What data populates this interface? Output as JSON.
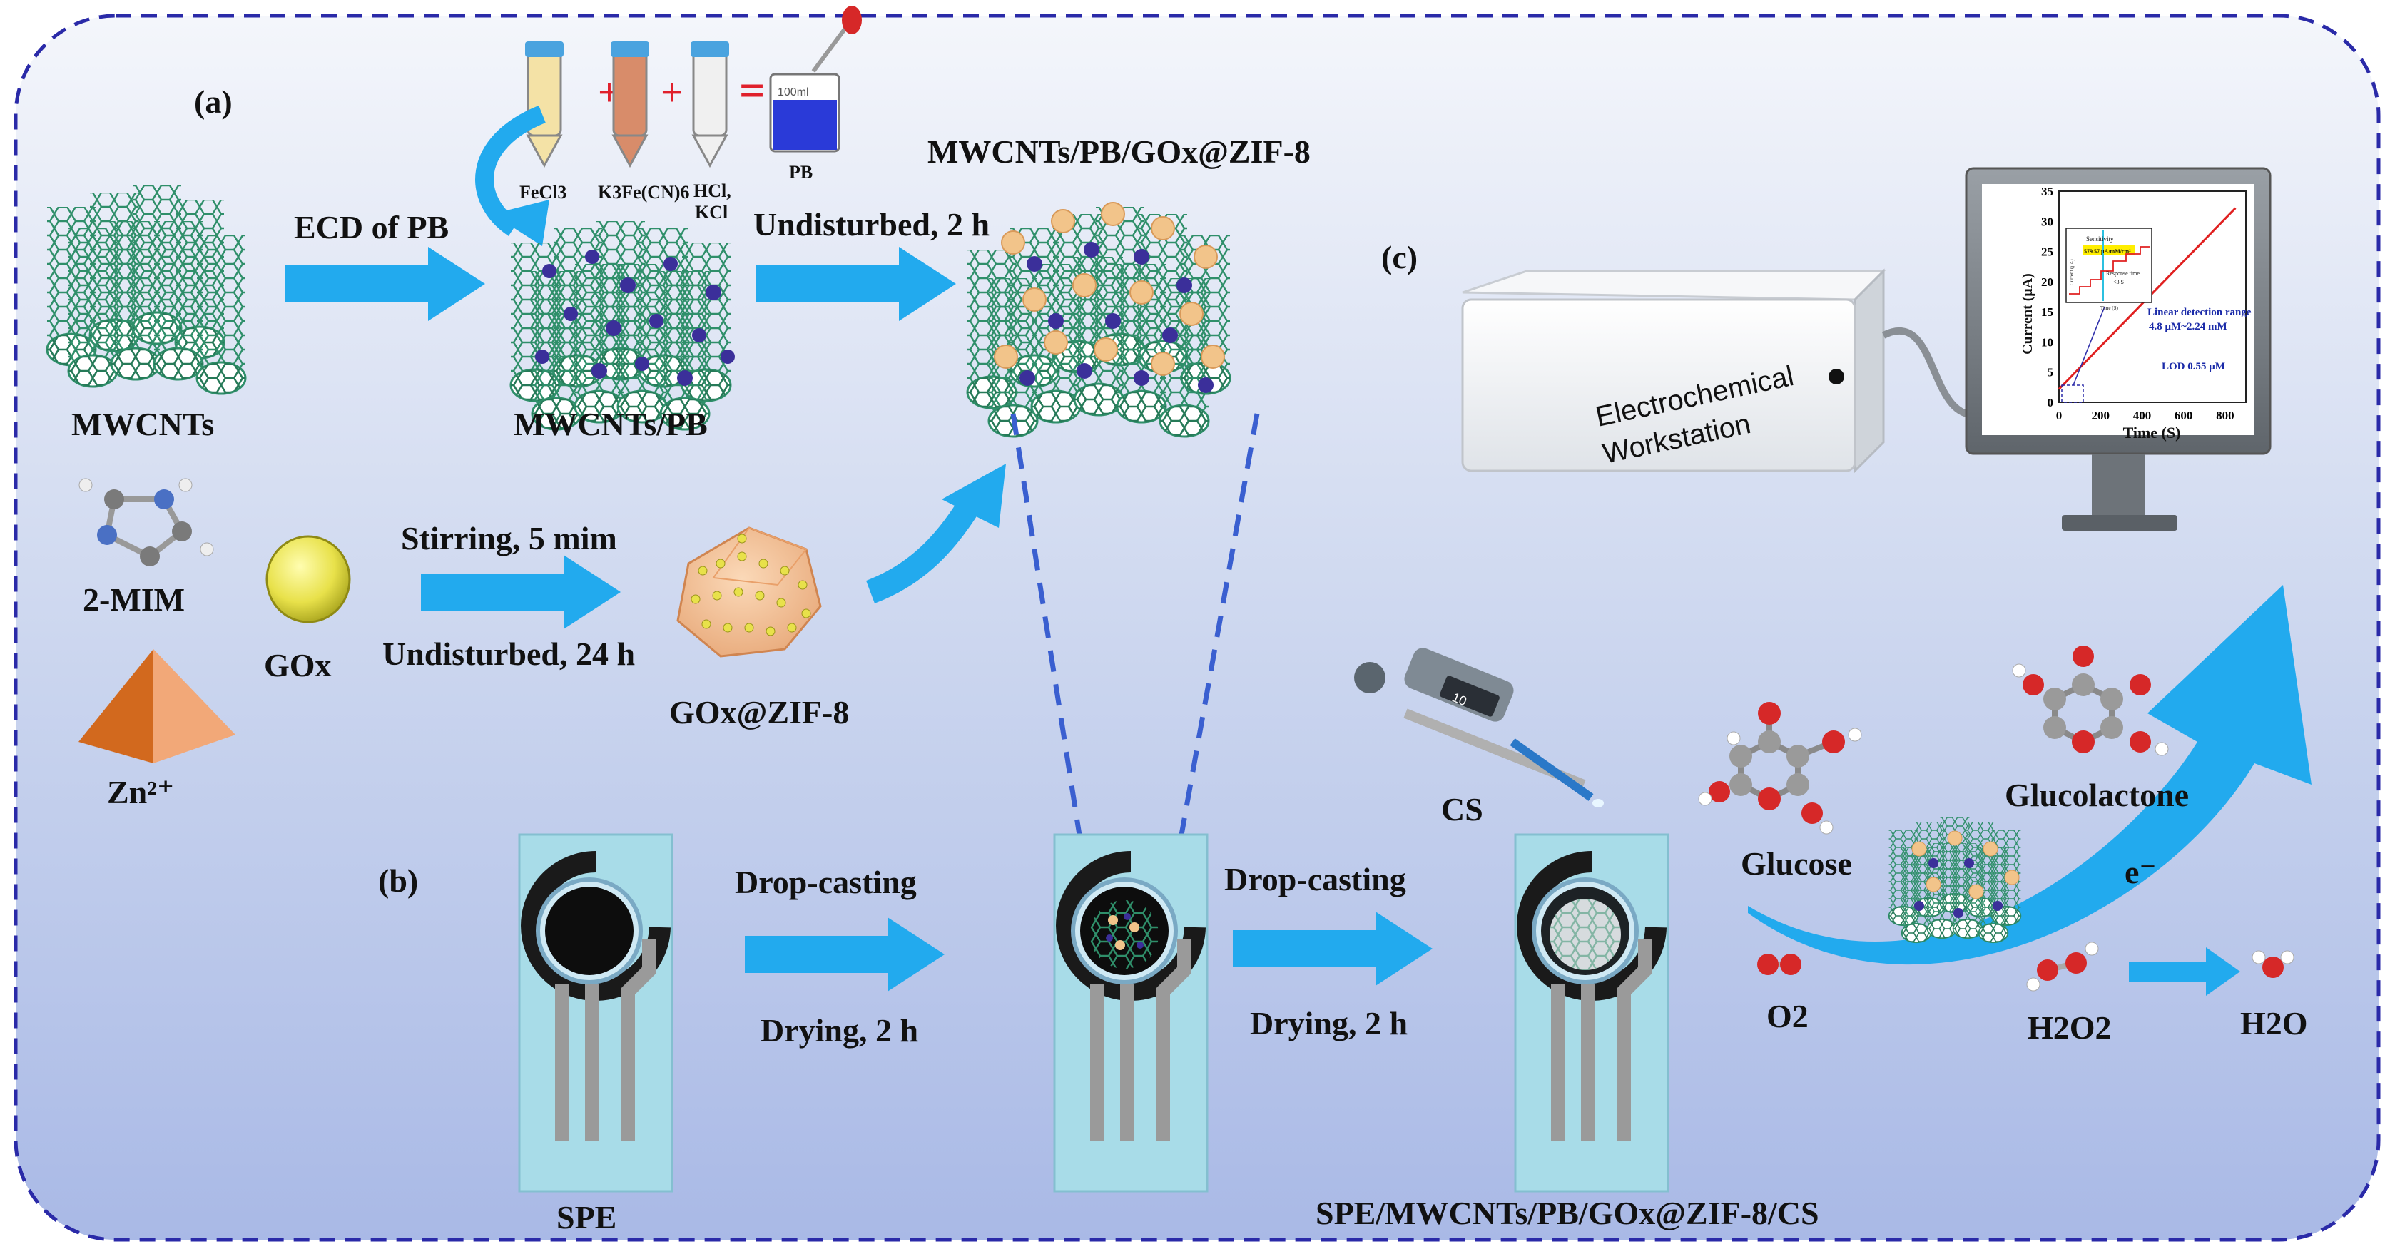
{
  "panel_labels": {
    "a": "(a)",
    "b": "(b)",
    "c": "(c)"
  },
  "reagents": {
    "fecl3": "FeCl3",
    "k3fecn6": "K3Fe(CN)6",
    "hcl": "HCl,",
    "kcl": "KCl",
    "pb": "PB",
    "beaker_mark": "100ml",
    "plus": "+",
    "equals": "="
  },
  "steps": {
    "ecd_of_pb": "ECD of PB",
    "undisturbed_2h": "Undisturbed, 2 h",
    "stirring_5": "Stirring, 5 mim",
    "undisturbed_24h": "Undisturbed, 24 h",
    "drop_casting_1": "Drop-casting",
    "drying_1": "Drying, 2 h",
    "drop_casting_2": "Drop-casting",
    "drying_2": "Drying, 2 h"
  },
  "materials": {
    "mwcnts": "MWCNTs",
    "mwcnts_pb": "MWCNTs/PB",
    "composite": "MWCNTs/PB/GOx@ZIF-8",
    "mim": "2-MIM",
    "zn": "Zn²⁺",
    "gox": "GOx",
    "gox_zif8": "GOx@ZIF-8",
    "spe": "SPE",
    "final_electrode": "SPE/MWCNTs/PB/GOx@ZIF-8/CS",
    "cs": "CS"
  },
  "reaction": {
    "glucose": "Glucose",
    "glucolactone": "Glucolactone",
    "electron": "e⁻",
    "o2": "O2",
    "h2o2": "H2O2",
    "h2o": "H2O"
  },
  "instrument": {
    "line1": "Electrochemical",
    "line2": "Workstation",
    "pipette_display": "10"
  },
  "plot": {
    "ylabel": "Current (μA)",
    "xlabel": "Time (S)",
    "xticks": [
      "0",
      "200",
      "400",
      "600",
      "800"
    ],
    "yticks": [
      "0",
      "5",
      "10",
      "15",
      "20",
      "25",
      "30",
      "35"
    ],
    "linear_range_label": "Linear detection range",
    "linear_range_value": "4.8 μM~2.24 mM",
    "lod": "LOD 0.55  μM",
    "inset_sensitivity": "Sensitivity",
    "inset_sensitivity_value": "579.57 μA/mM/cm²",
    "inset_response": "Response time",
    "inset_response_value": "<3 S",
    "inset_xlabel": "Time (S)",
    "inset_ylabel": "Current (μA)"
  },
  "colors": {
    "arrow": "#22aaee",
    "frame": "#2a2aa8",
    "nanotube": "#2f8f6a",
    "pb_particle": "#3b2f9a",
    "zif_particle": "#f2c48a",
    "spe_card": "#a8dce8",
    "trace": "#e02020"
  }
}
